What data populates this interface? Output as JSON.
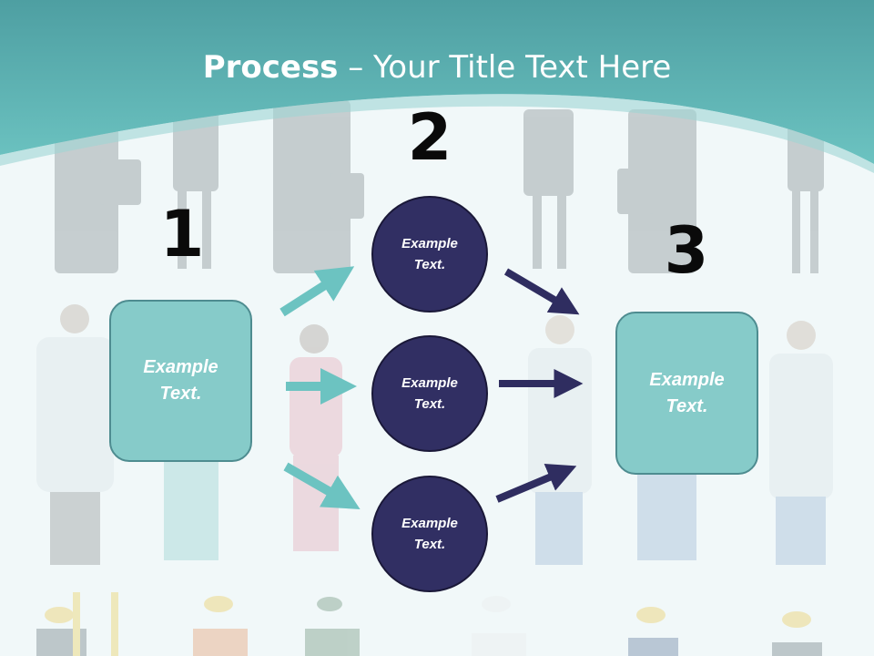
{
  "title": {
    "bold": "Process",
    "rest": " – Your Title Text Here"
  },
  "steps": {
    "one": "1",
    "two": "2",
    "three": "3"
  },
  "boxes": {
    "left": "Example\nText.",
    "right": "Example\nText."
  },
  "circles": [
    {
      "label": "Example\nText."
    },
    {
      "label": "Example\nText."
    },
    {
      "label": "Example\nText."
    }
  ],
  "colors": {
    "header_teal": "#5bb7b5",
    "box_fill": "#86cbc9",
    "circle_fill": "#312f63",
    "arrow_teal": "#6cc3c1",
    "arrow_navy": "#2f2d60"
  }
}
